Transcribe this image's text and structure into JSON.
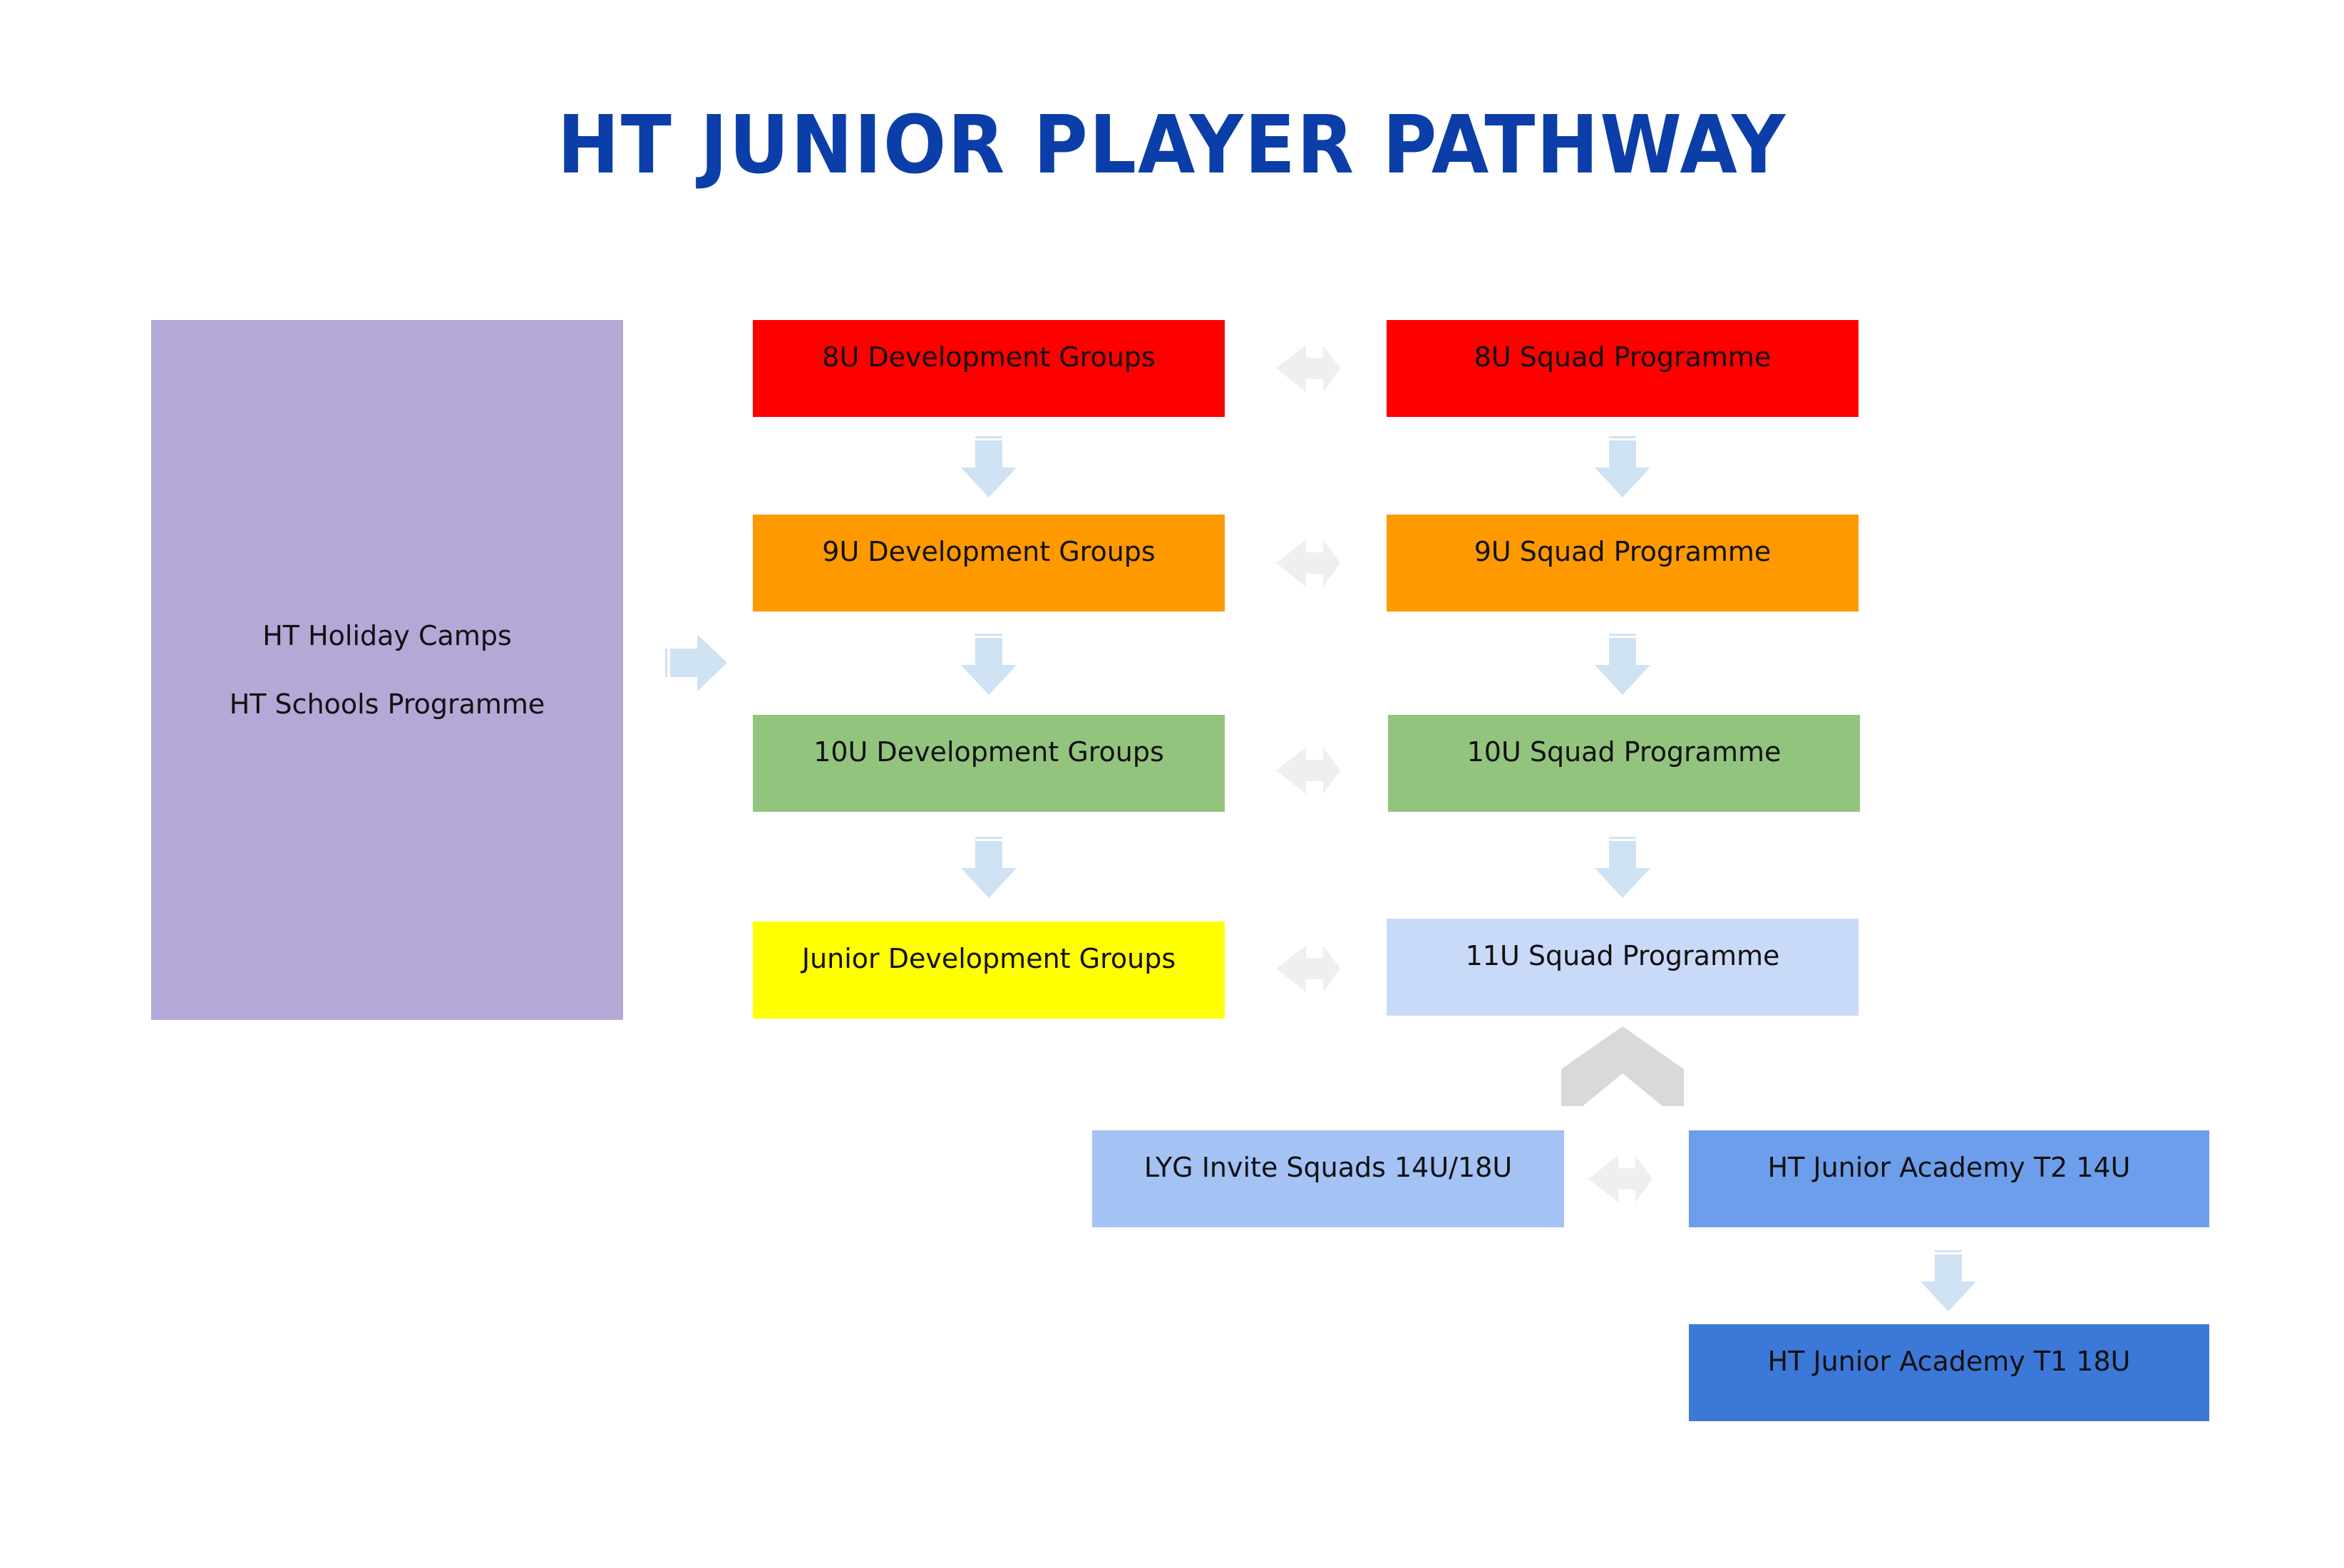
{
  "title": "HT JUNIOR PLAYER PATHWAY",
  "colors": {
    "title": "#0b3ea8",
    "left_panel": "#b3a8d6",
    "u8": "#ff0000",
    "u9": "#ff9900",
    "u10": "#93c47d",
    "junior_dev": "#ffff00",
    "u11": "#c9daf8",
    "lyg": "#a4c2f4",
    "t2": "#6d9eeb",
    "t1": "#3c78d8",
    "arrow_blue": "#cfe2f3",
    "arrow_grey": "#efefef",
    "arrow_dark_grey": "#d9d9d9"
  },
  "left_panel": {
    "line1": "HT Holiday Camps",
    "line2": "HT Schools Programme"
  },
  "boxes": {
    "dev8": "8U Development Groups",
    "squad8": "8U Squad Programme",
    "dev9": "9U Development Groups",
    "squad9": "9U Squad Programme",
    "dev10": "10U Development Groups",
    "squad10": "10U Squad Programme",
    "junior_dev": "Junior Development Groups",
    "squad11": "11U Squad Programme",
    "lyg": "LYG Invite Squads 14U/18U",
    "academy_t2": "HT Junior Academy T2 14U",
    "academy_t1": "HT Junior Academy T1 18U"
  }
}
